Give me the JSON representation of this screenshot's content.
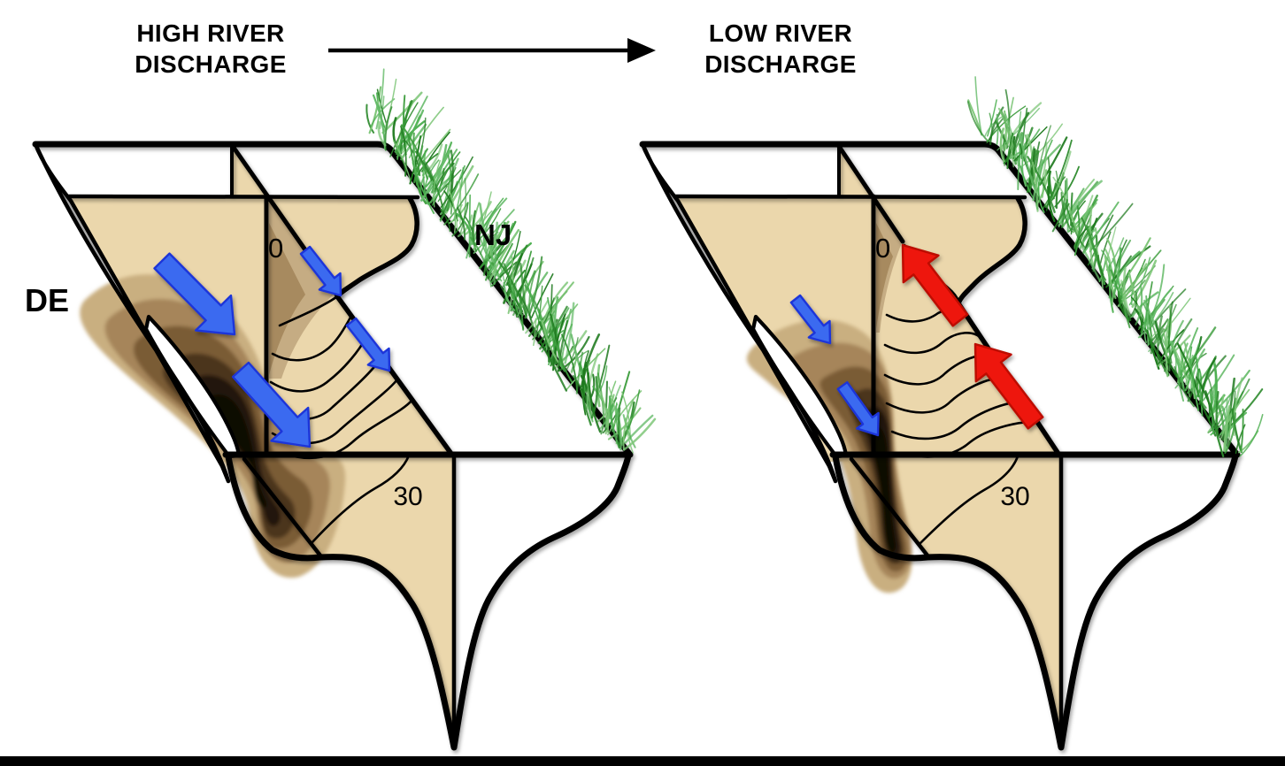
{
  "titles": {
    "left": {
      "line1": "HIGH RIVER",
      "line2": "DISCHARGE"
    },
    "right": {
      "line1": "LOW RIVER",
      "line2": "DISCHARGE"
    }
  },
  "panels": [
    {
      "id": "high-discharge",
      "labels": {
        "shore_left": "DE",
        "shore_right": "NJ",
        "isohaline_surface": "0",
        "isohaline_deep": "30"
      },
      "arrows": [
        {
          "name": "channel-outflow-upper",
          "color": "blue",
          "size": "large",
          "from": [
            183,
            295
          ],
          "to": [
            265,
            378
          ]
        },
        {
          "name": "channel-outflow-lower",
          "color": "blue",
          "size": "large",
          "from": [
            272,
            418
          ],
          "to": [
            350,
            505
          ]
        },
        {
          "name": "front-outflow-upper",
          "color": "blue",
          "size": "small",
          "from": [
            345,
            283
          ],
          "to": [
            385,
            334
          ]
        },
        {
          "name": "front-outflow-lower",
          "color": "blue",
          "size": "small",
          "from": [
            397,
            364
          ],
          "to": [
            440,
            419
          ]
        }
      ]
    },
    {
      "id": "low-discharge",
      "labels": {
        "isohaline_surface": "0",
        "isohaline_deep": "30"
      },
      "arrows": [
        {
          "name": "channel-outflow-upper",
          "color": "blue",
          "size": "small",
          "from": [
            213,
            338
          ],
          "to": [
            252,
            388
          ]
        },
        {
          "name": "channel-outflow-lower",
          "color": "blue",
          "size": "small",
          "from": [
            266,
            436
          ],
          "to": [
            306,
            492
          ]
        },
        {
          "name": "salt-intrusion-upper",
          "color": "red",
          "size": "large",
          "from": [
            399,
            362
          ],
          "to": [
            334,
            277
          ]
        },
        {
          "name": "salt-intrusion-lower",
          "color": "red",
          "size": "large",
          "from": [
            484,
            478
          ],
          "to": [
            416,
            389
          ]
        }
      ]
    }
  ],
  "colors": {
    "background": "#FFFFFF",
    "outline": "#000000",
    "section_tan": "#EBD7AC",
    "cut_shade": "#C5AC83",
    "cut_shade_dark": "#A78A5F",
    "bank_gray": "#A8A8A8",
    "arrow_blue": "#3A6AF0",
    "arrow_blue_edge": "#1F35D9",
    "arrow_red": "#EE1309",
    "arrow_red_edge": "#BC0A05",
    "grass_greens": [
      "#1E7A1E",
      "#2E8B2E",
      "#3C9C3C",
      "#4CAF50",
      "#66BB6A",
      "#7CC576"
    ],
    "turbidity_bands": [
      "#C9AF80",
      "#A6855A",
      "#7A5C36",
      "#4B341C",
      "#241607",
      "#0F0903"
    ],
    "bottom_bar": "#000000"
  }
}
